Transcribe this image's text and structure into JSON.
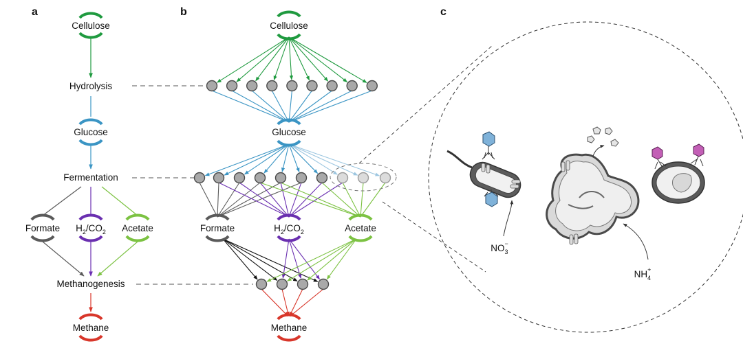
{
  "panels": {
    "a": "a",
    "b": "b",
    "c": "c"
  },
  "colors": {
    "cellulose": "#1f9a3f",
    "glucose": "#3b95c4",
    "h2co2": "#6a2fb0",
    "formate": "#5a5a5a",
    "acetate": "#7cc242",
    "methane": "#d8362a",
    "node": "#a9a9a9",
    "node_light": "#dcdcdc",
    "dash": "#555555"
  },
  "panel_a": {
    "cellulose": "Cellulose",
    "hydrolysis": "Hydrolysis",
    "glucose": "Glucose",
    "fermentation": "Fermentation",
    "formate": "Formate",
    "h2": "H",
    "h2_sub": "2",
    "co2": "/CO",
    "co2_sub": "2",
    "acetate": "Acetate",
    "methanogenesis": "Methanogenesis",
    "methane": "Methane"
  },
  "panel_b": {
    "cellulose": "Cellulose",
    "glucose": "Glucose",
    "formate": "Formate",
    "h2": "H",
    "h2_sub": "2",
    "co2": "/CO",
    "co2_sub": "2",
    "acetate": "Acetate",
    "methane": "Methane"
  },
  "panel_c": {
    "nitrate": "NO",
    "nitrate_sub": "3",
    "nitrate_sup": "−",
    "ammonium": "NH",
    "ammonium_sub": "4",
    "ammonium_sup": "+",
    "cells": [
      {
        "id": "bacterium-with-phage",
        "phage_colors": [
          "#7fb2d9",
          "#7fb2d9"
        ]
      },
      {
        "id": "dividing-cell-cluster"
      },
      {
        "id": "lysed-cell",
        "phage_colors": [
          "#c35fb6",
          "#c35fb6"
        ]
      }
    ]
  }
}
